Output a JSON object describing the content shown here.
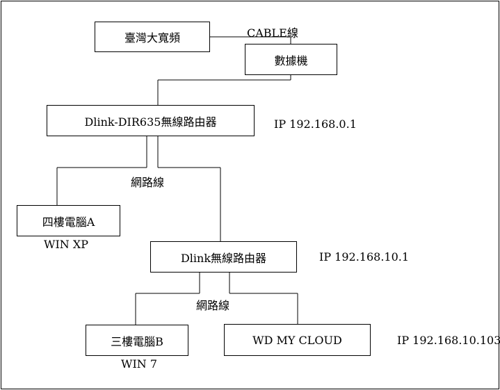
{
  "diagram": {
    "nodes": {
      "isp": "臺灣大寬頻",
      "modem": "數據機",
      "router1": "Dlink-DIR635無線路由器",
      "pc_a": "四樓電腦A",
      "router2": "Dlink無線路由器",
      "pc_b": "三樓電腦B",
      "nas": "WD MY CLOUD"
    },
    "labels": {
      "cable": "CABLE線",
      "ip_router1": "IP 192.168.0.1",
      "lan_cable_1": "網路線",
      "os_pc_a": "WIN XP",
      "ip_router2": "IP 192.168.10.1",
      "lan_cable_2": "網路線",
      "ip_nas": "IP 192.168.10.103",
      "os_pc_b": "WIN 7"
    }
  }
}
